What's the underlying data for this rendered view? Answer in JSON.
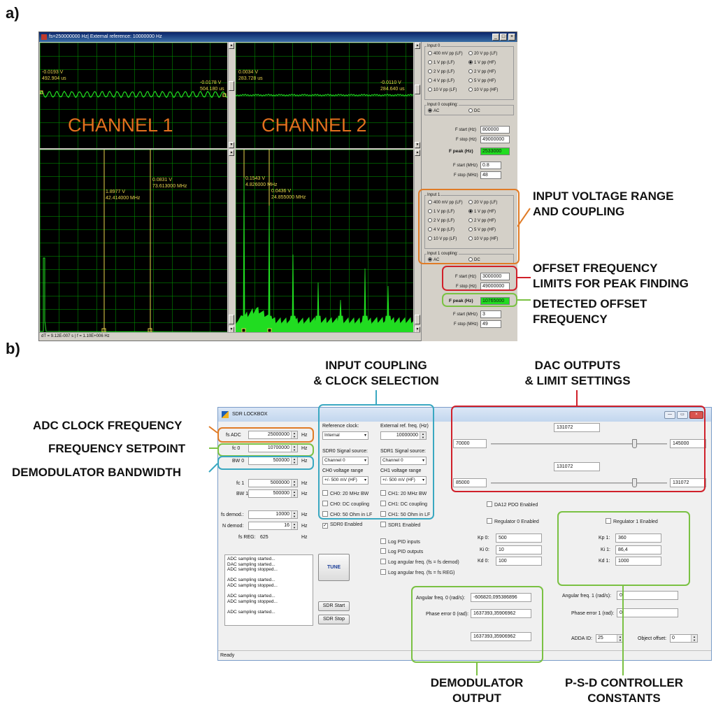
{
  "panel_a": "a)",
  "panel_b": "b)",
  "top_window": {
    "title": "fs=250000000 Hz| External reference: 10000000 Hz",
    "status": "dT = 9.12E-007 s | f = 1.10E+006 Hz",
    "ch1_label": "CHANNEL 1",
    "ch2_label": "CHANNEL 2",
    "ch1_cursor_left": [
      "-0.0193 V",
      "492.904 us"
    ],
    "ch1_cursor_right": [
      "-0.0178 V",
      "504.180 us"
    ],
    "ch2_cursor_left": [
      "0.0034 V",
      "283.728 us"
    ],
    "ch2_cursor_right": [
      "-0.0110 V",
      "284.640 us"
    ],
    "ch1_spec_a": [
      "1.8977 V",
      "42.414000 MHz"
    ],
    "ch1_spec_b": [
      "0.0831 V",
      "73.613000 MHz"
    ],
    "ch2_spec_a": [
      "0.1543 V",
      "4.826000 MHz"
    ],
    "ch2_spec_b": [
      "0.0436 V",
      "24.855000 MHz"
    ],
    "input0": {
      "legend": "Input 0",
      "options": [
        "400 mV pp (LF)",
        "20 V pp (LF)",
        "1 V pp (LF)",
        "1 V pp (HF)",
        "2 V pp (LF)",
        "2 V pp (HF)",
        "4 V pp (LF)",
        "5 V pp (HF)",
        "10 V pp (LF)",
        "10 V pp (HF)"
      ],
      "coupling_legend": "Input 0 coupling:",
      "coupling": [
        "AC",
        "DC"
      ],
      "f_start_label": "F start (Hz)",
      "f_start": "800000",
      "f_stop_label": "F stop (Hz)",
      "f_stop": "49000000",
      "f_peak_label": "F peak (Hz)",
      "f_peak": "2533000",
      "f_start_mhz_label": "F start (MHz)",
      "f_start_mhz": "0.8",
      "f_stop_mhz_label": "F stop (MHz)",
      "f_stop_mhz": "48"
    },
    "input1": {
      "legend": "Input 1",
      "options": [
        "400 mV pp (LF)",
        "20 V pp (LF)",
        "1 V pp (LF)",
        "1 V pp (HF)",
        "2 V pp (LF)",
        "2 V pp (HF)",
        "4 V pp (LF)",
        "5 V pp (HF)",
        "10 V pp (LF)",
        "10 V pp (HF)"
      ],
      "coupling_legend": "Input 1 coupling:",
      "coupling": [
        "AC",
        "DC"
      ],
      "f_start_label": "F start (Hz)",
      "f_start": "3000000",
      "f_stop_label": "F stop (Hz)",
      "f_stop": "49000000",
      "f_peak_label": "F peak (Hz)",
      "f_peak": "10765000",
      "f_start_mhz_label": "F start (MHz)",
      "f_start_mhz": "3",
      "f_stop_mhz_label": "F stop (MHz)",
      "f_stop_mhz": "49"
    }
  },
  "annotations_a": {
    "input_range": "INPUT VOLTAGE RANGE\nAND COUPLING",
    "offset_limits": "OFFSET FREQUENCY\nLIMITS FOR PEAK FINDING",
    "detected": "DETECTED OFFSET\nFREQUENCY"
  },
  "annotations_b": {
    "adc_clock": "ADC CLOCK FREQUENCY",
    "setpoint": "FREQUENCY SETPOINT",
    "bandwidth": "DEMODULATOR BANDWIDTH",
    "input_coupling": "INPUT COUPLING\n& CLOCK SELECTION",
    "dac_outputs": "DAC OUTPUTS\n& LIMIT SETTINGS",
    "demod_output": "DEMODULATOR\nOUTPUT",
    "psd": "P-S-D CONTROLLER\nCONSTANTS"
  },
  "sdr": {
    "title": "SDR LOCKBOX",
    "status": "Ready",
    "params": [
      {
        "label": "fs ADC",
        "value": "25000000",
        "unit": "Hz"
      },
      {
        "label": "fc 0",
        "value": "10700000",
        "unit": "Hz"
      },
      {
        "label": "BW 0",
        "value": "500000",
        "unit": "Hz"
      },
      {
        "label": "fc 1",
        "value": "5000000",
        "unit": "Hz"
      },
      {
        "label": "BW 1",
        "value": "500000",
        "unit": "Hz"
      },
      {
        "label": "fs demod.:",
        "value": "10000",
        "unit": "Hz"
      },
      {
        "label": "N demod:",
        "value": "16",
        "unit": "Hz"
      }
    ],
    "fs_reg_label": "fs REG:",
    "fs_reg_value": "625",
    "fs_reg_unit": "Hz",
    "log_text": "ADC sampling started...\nDAC sampling started...\nADC sampling stopped...\n\nADC sampling started...\nADC sampling stopped...\n\nADC sampling started...\nADC sampling stopped...\n\nADC sampling started...",
    "tune": "TUNE",
    "sdr_start": "SDR Start",
    "sdr_stop": "SDR Stop",
    "ref_clock_label": "Reference clock:",
    "ref_clock": "Internal",
    "ext_ref_label": "External ref. freq. (Hz)",
    "ext_ref": "10000000",
    "sdr0_src_label": "SDR0 Signal source:",
    "sdr0_src": "Channel 0",
    "sdr1_src_label": "SDR1 Signal source:",
    "sdr1_src": "Channel 0",
    "ch0_range_label": "CH0 voltage range",
    "ch0_range": "+/- 500 mV (HF)",
    "ch1_range_label": "CH1 voltage range",
    "ch1_range": "+/- 500 mV (HF)",
    "ch0_checks": [
      "CH0: 20 MHz BW",
      "CH0: DC coupling",
      "CH0: 50 Ohm in LF"
    ],
    "ch1_checks": [
      "CH1: 20 MHz BW",
      "CH1: DC coupling",
      "CH1: 50 Ohm in LF"
    ],
    "sdr0_enabled": "SDR0 Enabled",
    "sdr1_enabled": "SDR1 Enabled",
    "log_checks": [
      "Log PID inputs",
      "Log PID outputs",
      "Log angular freq. (fs = fs demod)",
      "Log angular freq. (fs = fs REG)"
    ],
    "dac0": {
      "min": "70000",
      "value": "131072",
      "max": "145000",
      "position": 0.826
    },
    "dac1": {
      "min": "85000",
      "value": "131072",
      "max": "131072",
      "position": 0.826
    },
    "da12_pdo": "DA12 PDO Enabled",
    "reg0_enabled": "Regulator 0 Enabled",
    "reg1_enabled": "Regulator 1 Enabled",
    "kp0_label": "Kp 0:",
    "kp0": "500",
    "ki0_label": "Ki 0:",
    "ki0": "10",
    "kd0_label": "Kd 0:",
    "kd0": "100",
    "kp1_label": "Kp 1:",
    "kp1": "360",
    "ki1_label": "Ki 1:",
    "ki1": "86,4",
    "kd1_label": "Kd 1:",
    "kd1": "1000",
    "ang0_label": "Angular freq. 0 (rad/s):",
    "ang0": "-606820,095386896",
    "phase0_label": "Phase error 0 (rad):",
    "phase0": "1637393,35906962",
    "extra0": "1637393,35906962",
    "ang1_label": "Angular freq. 1 (rad/s):",
    "ang1": "0",
    "phase1_label": "Phase error 1 (rad):",
    "phase1": "0",
    "adda_label": "ADDA ID:",
    "adda": "25",
    "obj_label": "Object offset:",
    "obj": "0"
  },
  "colors": {
    "orange": "#e07b26",
    "green": "#7ac143",
    "blue": "#3aa8c1",
    "red": "#d0202a",
    "trace": "#21dc21"
  }
}
